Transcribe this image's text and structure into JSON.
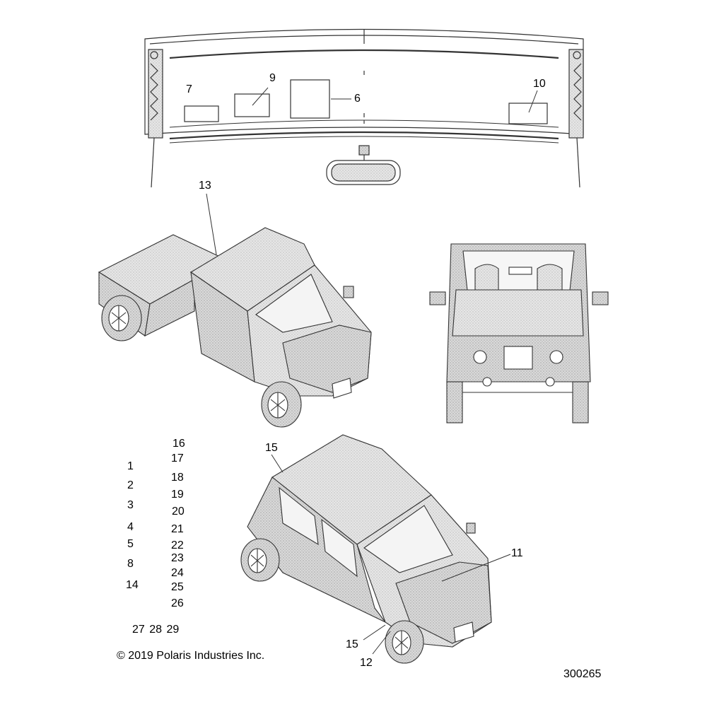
{
  "copyright": "© 2019 Polaris Industries Inc.",
  "figure_id": "300265",
  "callouts": {
    "c6": "6",
    "c7": "7",
    "c9": "9",
    "c10": "10",
    "c13": "13",
    "c15a": "15",
    "c11": "11",
    "c15b": "15",
    "c12": "12"
  },
  "unplaced_refs": {
    "col1": [
      "1",
      "2",
      "3",
      "4",
      "5",
      "8",
      "14"
    ],
    "col2": [
      "16",
      "17",
      "18",
      "19",
      "20",
      "21",
      "22",
      "23",
      "24",
      "25",
      "26"
    ],
    "row": "27 28 29"
  }
}
